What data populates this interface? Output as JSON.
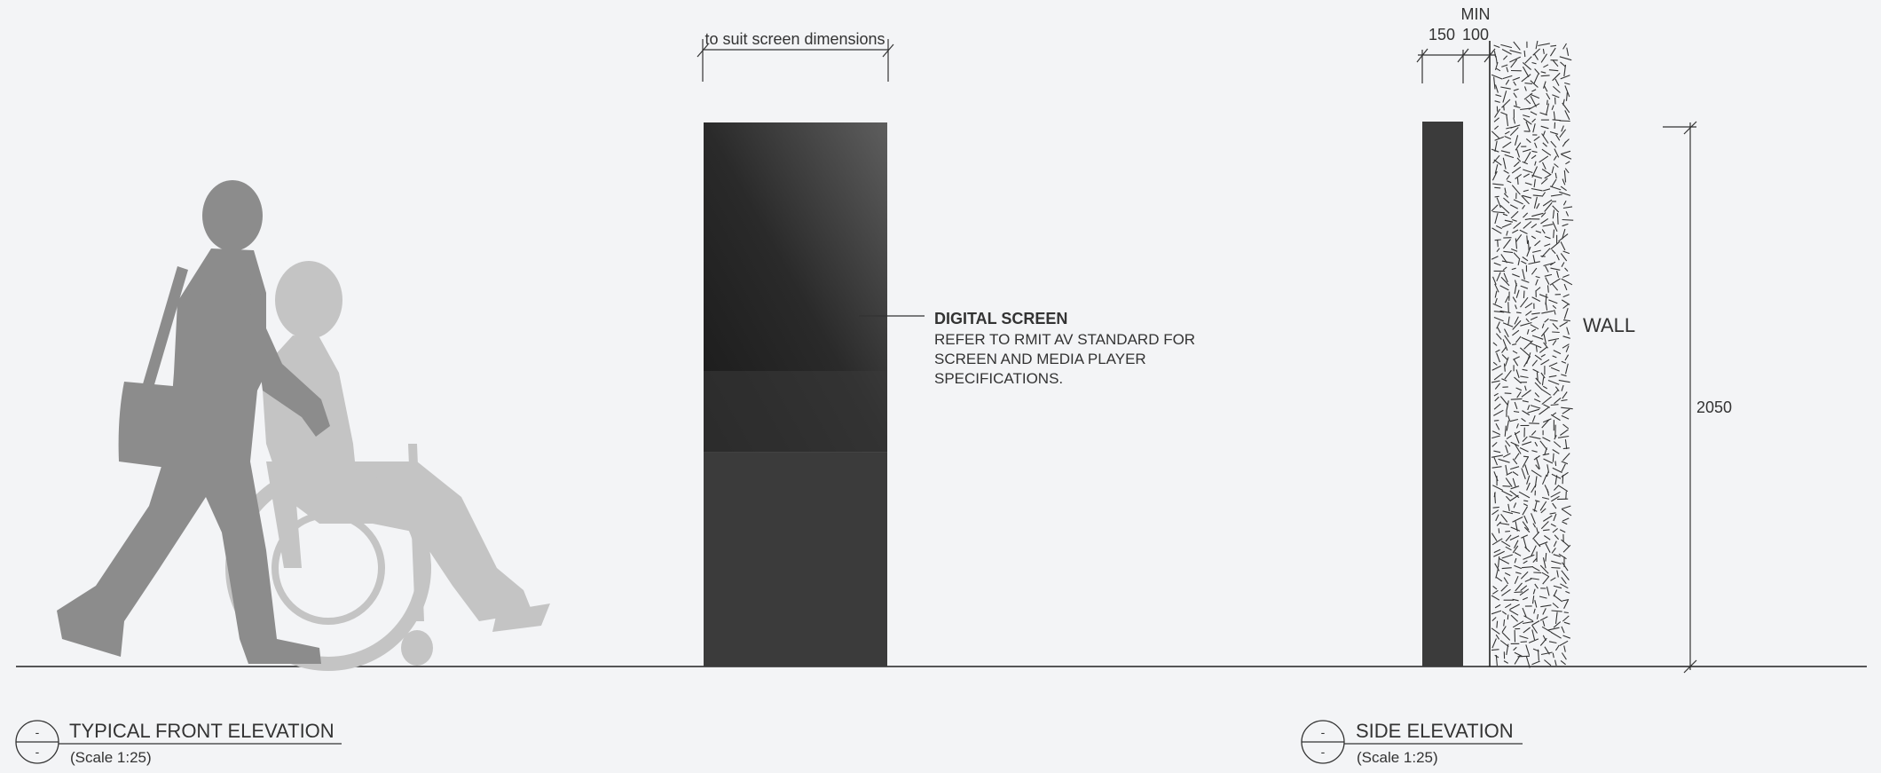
{
  "front_elevation": {
    "dimension_label": "to suit screen dimensions",
    "callout": {
      "title": "DIGITAL SCREEN",
      "lines": [
        "REFER TO RMIT AV STANDARD FOR",
        "SCREEN AND MEDIA PLAYER",
        "SPECIFICATIONS."
      ]
    },
    "view_title": {
      "marker_top": "-",
      "marker_bottom": "-",
      "title": "TYPICAL FRONT ELEVATION",
      "scale": "(Scale 1:25)"
    }
  },
  "side_elevation": {
    "dim_depth": "150",
    "dim_gap_top": "MIN",
    "dim_gap_bottom": "100",
    "wall_label": "WALL",
    "height_dim": "2050",
    "view_title": {
      "marker_top": "-",
      "marker_bottom": "-",
      "title": "SIDE ELEVATION",
      "scale": "(Scale 1:25)"
    }
  },
  "colors": {
    "background": "#f3f4f6",
    "line": "#222222",
    "totem": "#3b3b3b",
    "person_dark": "#8c8c8c",
    "person_light": "#c4c4c4"
  }
}
